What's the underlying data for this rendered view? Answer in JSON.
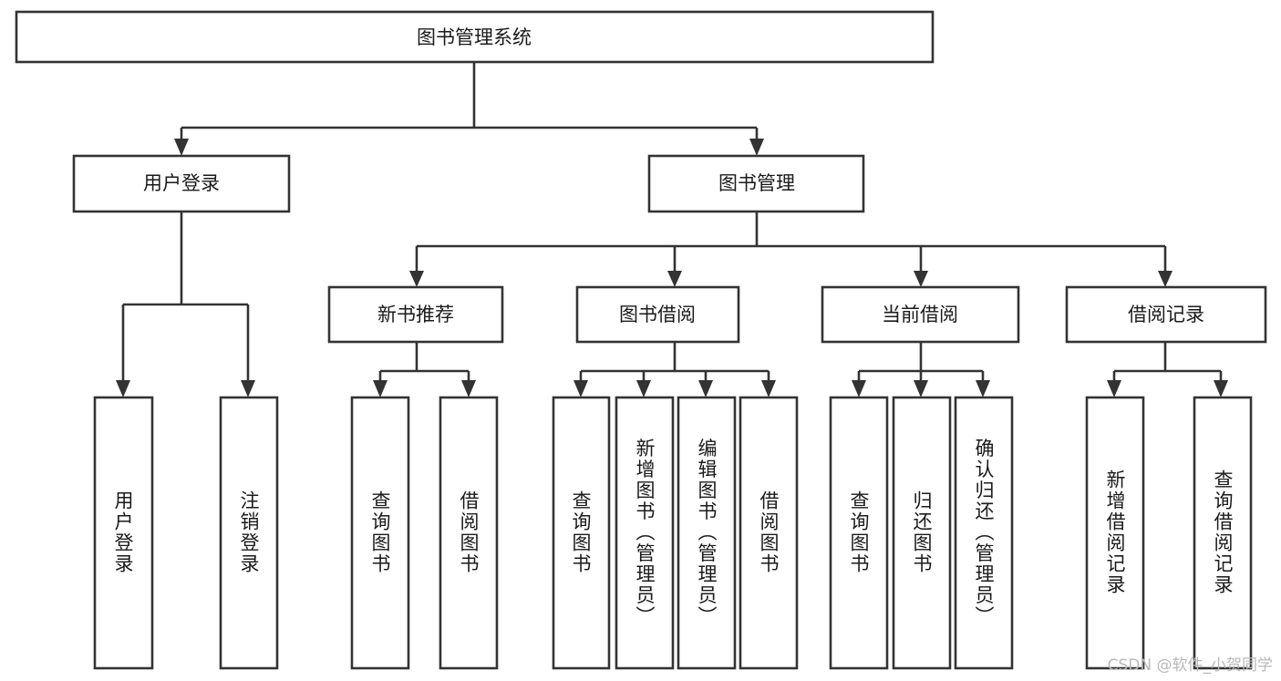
{
  "diagram": {
    "type": "tree",
    "title": "图书管理系统",
    "orientation": "top-down",
    "watermark": "CSDN @软件_小贺同学",
    "colors": {
      "box_stroke": "#333333",
      "box_fill": "#ffffff",
      "text": "#1a1a1a",
      "background": "#ffffff",
      "watermark": "#b9b9b9"
    },
    "root": {
      "label": "图书管理系统"
    },
    "level1": [
      {
        "label": "用户登录"
      },
      {
        "label": "图书管理"
      }
    ],
    "level2": [
      {
        "label": "新书推荐"
      },
      {
        "label": "图书借阅"
      },
      {
        "label": "当前借阅"
      },
      {
        "label": "借阅记录"
      }
    ],
    "leaves": {
      "user_login": [
        {
          "label": "用户登录"
        },
        {
          "label": "注销登录"
        }
      ],
      "new_book_recommend": [
        {
          "label": "查询图书"
        },
        {
          "label": "借阅图书"
        }
      ],
      "book_borrow": [
        {
          "label": "查询图书"
        },
        {
          "label": "新增图书（管理员）"
        },
        {
          "label": "编辑图书（管理员）"
        },
        {
          "label": "借阅图书"
        }
      ],
      "current_borrow": [
        {
          "label": "查询图书"
        },
        {
          "label": "归还图书"
        },
        {
          "label": "确认归还（管理员）"
        }
      ],
      "borrow_record": [
        {
          "label": "新增借阅记录"
        },
        {
          "label": "查询借阅记录"
        }
      ]
    }
  }
}
